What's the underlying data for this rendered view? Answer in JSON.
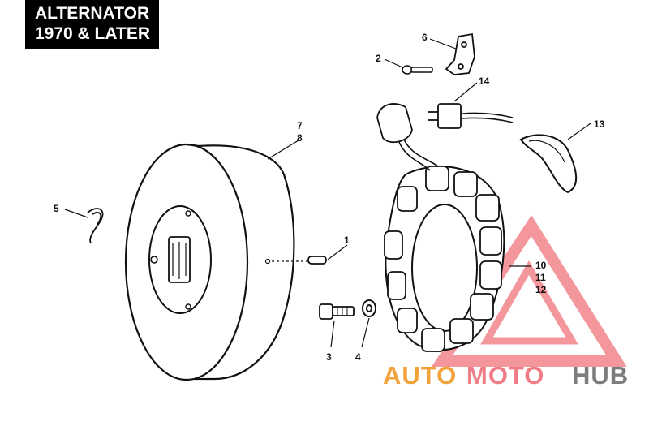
{
  "title": {
    "line1": "ALTERNATOR",
    "line2": "1970 & LATER"
  },
  "callouts": {
    "c1": "1",
    "c2": "2",
    "c3": "3",
    "c4": "4",
    "c5": "5",
    "c6": "6",
    "c7": "7",
    "c8": "8",
    "c10": "10",
    "c11": "11",
    "c12": "12",
    "c13": "13",
    "c14": "14"
  },
  "watermark": {
    "part1": "AUTO",
    "part2": "MOTO",
    "part3": "HUB",
    "color_orange": "#f2a23a",
    "color_pink": "#ee7d86",
    "color_gray": "#7d7d7d"
  }
}
